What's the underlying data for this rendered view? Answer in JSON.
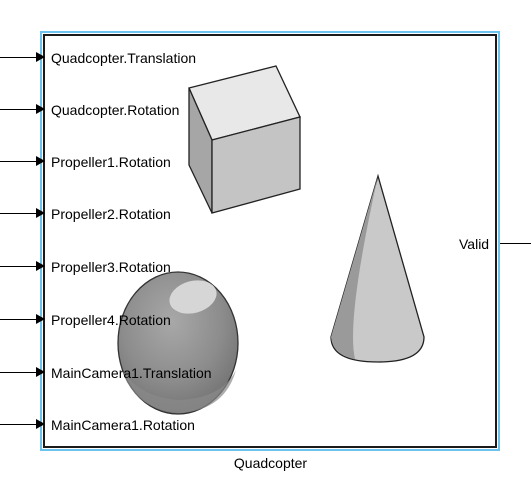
{
  "block": {
    "name": "Quadcopter",
    "border_color": "#6cc4ee"
  },
  "input_ports": [
    {
      "label": "Quadcopter.Translation"
    },
    {
      "label": "Quadcopter.Rotation"
    },
    {
      "label": "Propeller1.Rotation"
    },
    {
      "label": "Propeller2.Rotation"
    },
    {
      "label": "Propeller3.Rotation"
    },
    {
      "label": "Propeller4.Rotation"
    },
    {
      "label": "MainCamera1.Translation"
    },
    {
      "label": "MainCamera1.Rotation"
    }
  ],
  "output_ports": [
    {
      "label": "Valid"
    }
  ],
  "icons": {
    "cube": "cube-icon",
    "cone": "cone-icon",
    "sphere": "sphere-icon"
  }
}
